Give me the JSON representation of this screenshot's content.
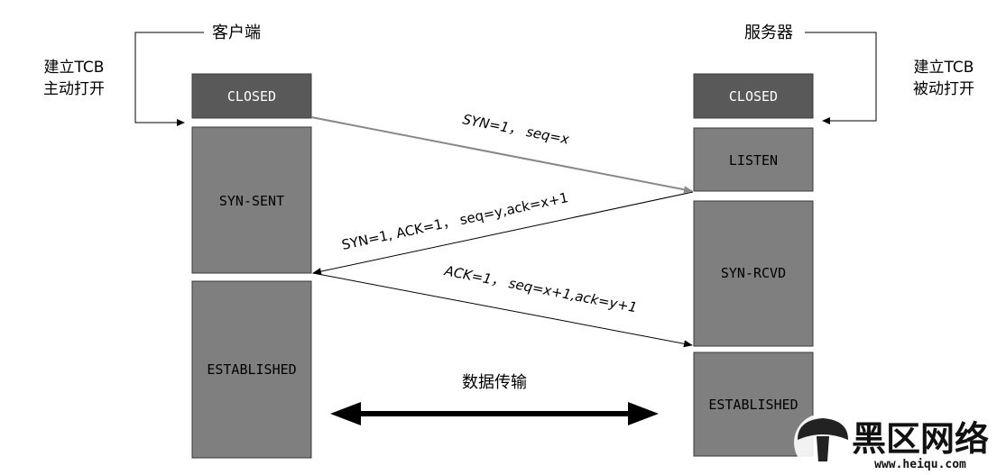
{
  "left": {
    "title": "客户端",
    "note_line1": "建立TCB",
    "note_line2": "主动打开",
    "states": {
      "closed": "CLOSED",
      "syn_sent": "SYN-SENT",
      "established": "ESTABLISHED"
    }
  },
  "right": {
    "title": "服务器",
    "note_line1": "建立TCB",
    "note_line2": "被动打开",
    "states": {
      "closed": "CLOSED",
      "listen": "LISTEN",
      "syn_rcvd": "SYN-RCVD",
      "established": "ESTABLISHED"
    }
  },
  "messages": {
    "syn": "SYN=1， seq=x",
    "syn_ack": "SYN=1, ACK=1， seq=y,ack=x+1",
    "ack": "ACK=1， seq=x+1,ack=y+1",
    "data_transfer": "数据传输"
  },
  "watermark": {
    "brand": "黑区网络",
    "url": "www.heiqu.com"
  },
  "colors": {
    "closed_fill": "#595959",
    "state_fill": "#7f7f7f",
    "text_on_state": "#000000",
    "closed_text": "#ffffff"
  }
}
